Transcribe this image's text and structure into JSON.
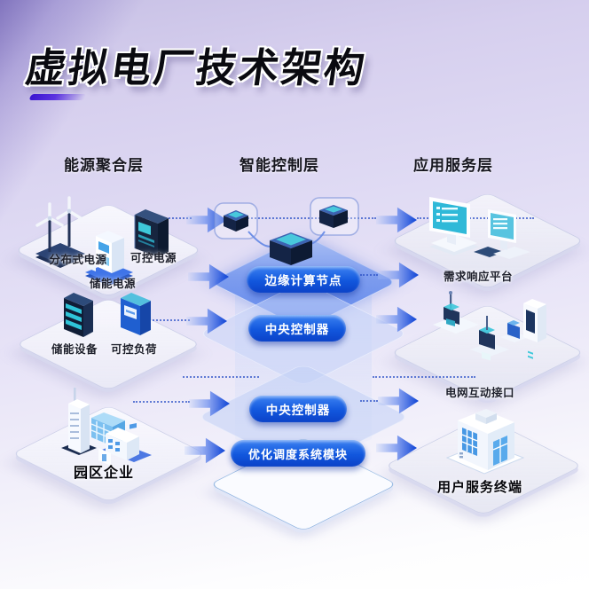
{
  "title": "虚拟电厂技术架构",
  "headers": {
    "left": "能源聚合层",
    "middle": "智能控制层",
    "right": "应用服务层"
  },
  "left": {
    "items": [
      {
        "label": "分布式电源"
      },
      {
        "label": "可控电源"
      },
      {
        "label": "储能电源"
      },
      {
        "label": "储能设备"
      },
      {
        "label": "可控负荷"
      },
      {
        "label": "园区企业"
      }
    ]
  },
  "middle": {
    "pills": [
      {
        "label": "边缘计算节点"
      },
      {
        "label": "中央控制器"
      },
      {
        "label": "中央控制器"
      },
      {
        "label": "优化调度系统模块"
      }
    ]
  },
  "right": {
    "items": [
      {
        "label": "需求响应平台"
      },
      {
        "label": "电网互动接口"
      },
      {
        "label": "用户服务终端"
      }
    ]
  },
  "colors": {
    "background_lavender": "#d6cfee",
    "corner_purple": "#48369e",
    "title_black": "#0a0a10",
    "underline_purple": "#3a14d0",
    "pill_blue": "#1257dd",
    "arrow_blue": "#0f44d6",
    "stack_blue": "#7d9cee",
    "icon_navy": "#16243f",
    "icon_teal": "#3ec8da",
    "platform_white": "#fafbff"
  }
}
